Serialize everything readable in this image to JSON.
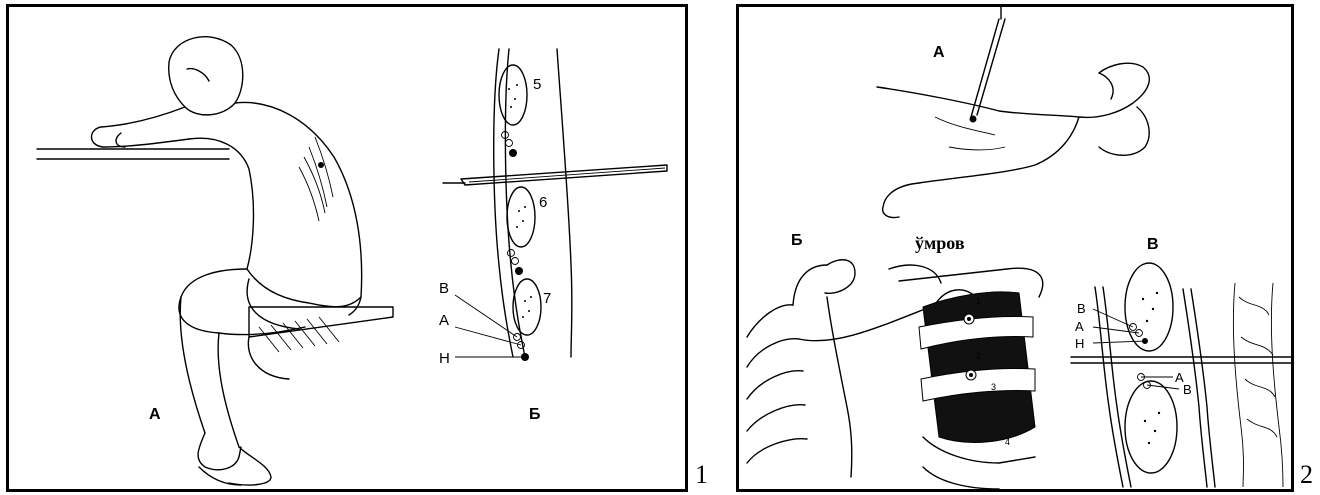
{
  "figure1": {
    "number": "1",
    "panel_a_label": "А",
    "panel_b_label": "Б",
    "rib_labels": [
      "5",
      "6",
      "7"
    ],
    "vessel_labels": [
      "В",
      "А",
      "Н"
    ]
  },
  "figure2": {
    "number": "2",
    "panel_a_label": "А",
    "panel_b_label": "Б",
    "panel_v_label": "В",
    "rib_word": "ўмров",
    "rib_numbers": [
      "1",
      "2",
      "3",
      "4"
    ],
    "vessel_labels_upper": [
      "В",
      "А",
      "Н"
    ],
    "vessel_labels_lower": [
      "А",
      "В"
    ]
  }
}
